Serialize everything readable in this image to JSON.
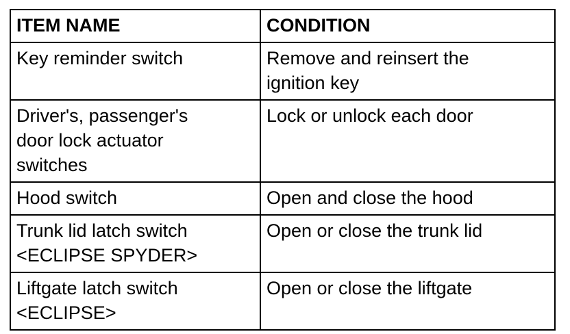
{
  "table": {
    "headers": [
      "ITEM NAME",
      "CONDITION"
    ],
    "rows": [
      [
        "Key reminder switch",
        "Remove and reinsert the\nignition key"
      ],
      [
        "Driver's, passenger's\ndoor lock actuator\nswitches",
        "Lock or unlock each door"
      ],
      [
        "Hood switch",
        "Open and close the hood"
      ],
      [
        "Trunk lid latch switch\n<ECLIPSE SPYDER>",
        "Open or close the trunk lid"
      ],
      [
        "Liftgate latch switch\n<ECLIPSE>",
        "Open or close the liftgate"
      ]
    ]
  }
}
